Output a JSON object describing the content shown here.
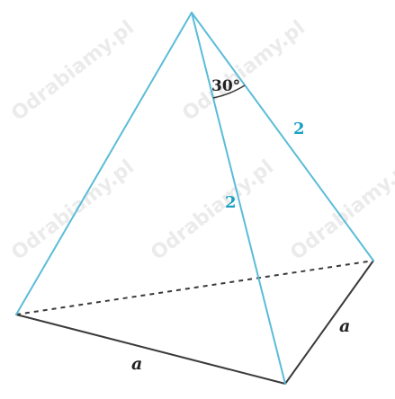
{
  "figure": {
    "labels": {
      "lateral_edge_1": "2",
      "lateral_edge_2": "2",
      "base_edge_front": "a",
      "base_edge_right": "a",
      "apex_angle": "30°"
    },
    "watermark": "Odrabiamy.pl",
    "colors": {
      "visible_lateral": "#5bbcd8",
      "base_edges": "#3a3a3a",
      "blue_labels": "#1aa0c4"
    }
  }
}
